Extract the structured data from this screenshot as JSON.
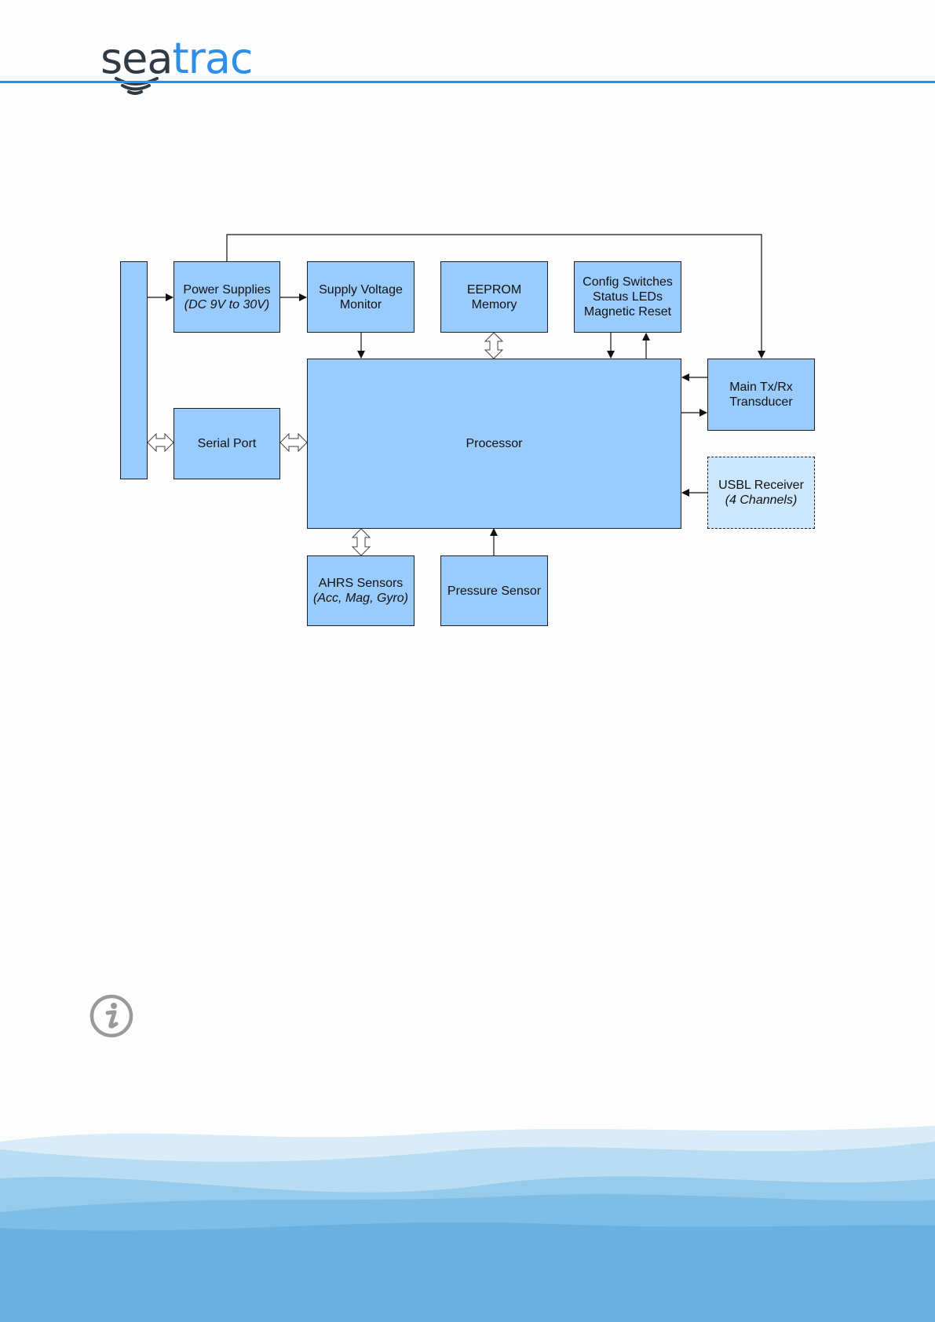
{
  "header": {
    "logo_part1": "sea",
    "logo_part2": "trac",
    "colors": {
      "logo_dark": "#2f3a45",
      "logo_blue": "#2f8fe6",
      "rule": "#2f8fe6"
    }
  },
  "diagram": {
    "colors": {
      "block_fill": "#99cbfc",
      "optional_fill": "#cce6fb",
      "line": "#1f1f1f"
    },
    "blocks": {
      "power_supplies": {
        "line1": "Power Supplies",
        "line2": "(DC 9V to 30V)"
      },
      "supply_voltage_monitor": {
        "line1": "Supply Voltage",
        "line2": "Monitor"
      },
      "eeprom": {
        "line1": "EEPROM",
        "line2": "Memory"
      },
      "config": {
        "line1": "Config Switches",
        "line2": "Status LEDs",
        "line3": "Magnetic Reset"
      },
      "main_txrx": {
        "line1": "Main Tx/Rx",
        "line2": "Transducer"
      },
      "serial_port": {
        "line1": "Serial Port"
      },
      "processor": {
        "line1": "Processor"
      },
      "usbl_receiver": {
        "line1": "USBL Receiver",
        "line2": "(4 Channels)"
      },
      "ahrs": {
        "line1": "AHRS Sensors",
        "line2": "(Acc, Mag, Gyro)"
      },
      "pressure": {
        "line1": "Pressure Sensor"
      }
    }
  },
  "footer": {
    "icon": "info-icon",
    "wave_colors": [
      "#d9ecf8",
      "#b8dcf2",
      "#97cbec",
      "#7ebde6",
      "#6ab1e0"
    ]
  }
}
